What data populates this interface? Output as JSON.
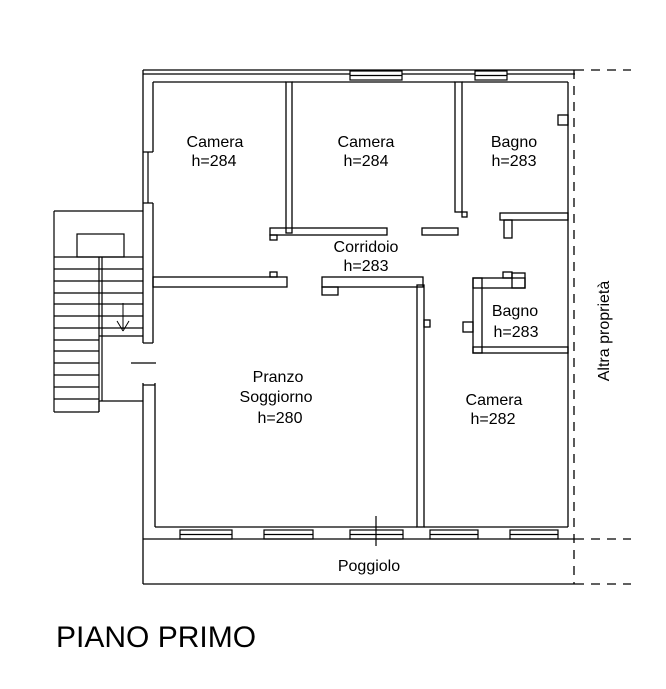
{
  "title": "PIANO PRIMO",
  "rooms": {
    "camera1": {
      "label": "Camera",
      "height": "h=284"
    },
    "camera2": {
      "label": "Camera",
      "height": "h=284"
    },
    "bagno1": {
      "label": "Bagno",
      "height": "h=283"
    },
    "corridoio": {
      "label": "Corridoio",
      "height": "h=283"
    },
    "bagno2": {
      "label": "Bagno",
      "height": "h=283"
    },
    "pranzo": {
      "label1": "Pranzo",
      "label2": "Soggiorno",
      "height": "h=280"
    },
    "camera3": {
      "label": "Camera",
      "height": "h=282"
    },
    "poggiolo": {
      "label": "Poggiolo"
    }
  },
  "annotations": {
    "adjacent_property": "Altra proprietà"
  },
  "colors": {
    "line": "#000000",
    "background": "#ffffff"
  }
}
